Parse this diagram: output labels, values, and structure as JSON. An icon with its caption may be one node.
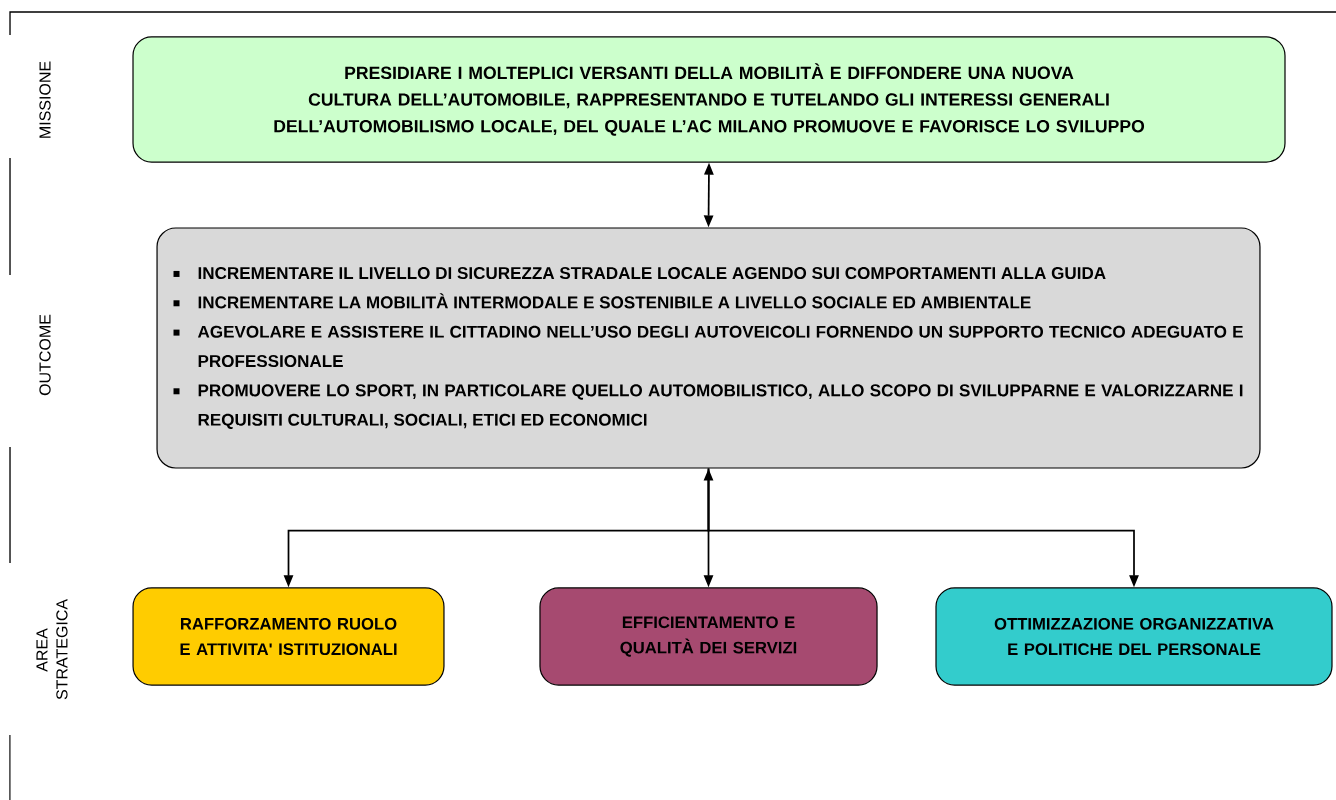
{
  "diagram": {
    "nodes": [
      {
        "text": [
          "PRESIDIARE I MOLTEPLICI VERSANTI DELLA MOBILITÀ E DIFFONDERE UNA NUOVA CULTURA DELL’AUTOMOBILE, RAPPRESENTANDO E TUTELANDO GLI INTERESSI GENERALI DELL’AUTOMOBILISMO LOCALE, DEL QUALE L’AC MILANO PROMUOVE E FAVORISCE LO SVILUPPO"
        ]
      },
      {
        "text": [
          "INCREMENTARE IL LIVELLO DI SICUREZZA STRADALE LOCALE AGENDO SUI COMPORTAMENTI ALLA GUIDA",
          "INCREMENTARE LA MOBILITÀ INTERMODALE E SOSTENIBILE A LIVELLO SOCIALE ED AMBIENTALE",
          "AGEVOLARE E ASSISTERE IL CITTADINO NELL’USO DEGLI AUTOVEICOLI FORNENDO UN SUPPORTO TECNICO ADEGUATO E PROFESSIONALE",
          "PROMUOVERE LO SPORT, IN PARTICOLARE QUELLO AUTOMOBILISTICO, ALLO SCOPO DI SVILUPPARNE E VALORIZZARNE I REQUISITI CULTURALI, SOCIALI, ETICI ED ECONOMICI"
        ]
      },
      {
        "text": [
          "RAFFORZAMENTO RUOLO E ATTIVITA' ISTITUZIONALI"
        ]
      },
      {
        "text": [
          "EFFICIENTAMENTO E QUALITÀ DEI SERVIZI"
        ]
      },
      {
        "text": [
          "OTTIMIZZAZIONE ORGANIZZATIVA E POLITICHE DEL PERSONALE"
        ]
      }
    ],
    "edges": [
      {
        "from": 0,
        "to": 1,
        "arrow": "both"
      },
      {
        "from": 1,
        "to": 2,
        "arrow": "to"
      },
      {
        "from": 1,
        "to": 3,
        "arrow": "both"
      },
      {
        "from": 1,
        "to": 4,
        "arrow": "to"
      }
    ],
    "labels": [
      "MISSIONE",
      "OUTCOME",
      "AREA STRATEGICA"
    ]
  }
}
